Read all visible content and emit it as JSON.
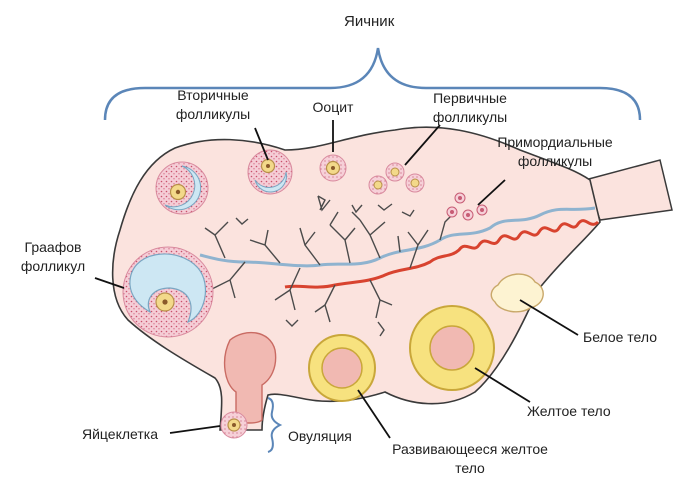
{
  "title": "Яичник",
  "labels": {
    "secondary_follicles": [
      "Вторичные",
      "фолликулы"
    ],
    "oocyte": "Ооцит",
    "primary_follicles": [
      "Первичные",
      "фолликулы"
    ],
    "primordial_follicles": [
      "Примордиальные",
      "фолликулы"
    ],
    "graafian_follicle": [
      "Граафов",
      "фолликул"
    ],
    "corpus_albicans": "Белое тело",
    "corpus_luteum": "Желтое тело",
    "egg_cell": "Яйцеклетка",
    "ovulation": "Овуляция",
    "developing_corpus_luteum": [
      "Развивающееся желтое",
      "тело"
    ]
  },
  "colors": {
    "ovary_fill": "#fbe3de",
    "ovary_stroke": "#3a3a3a",
    "bracket": "#5b86b8",
    "follicle_pink": "#f3c2cf",
    "antrum_blue": "#cde7f3",
    "oocyte_yellow": "#f3d98a",
    "luteum_yellow": "#f7e27f",
    "albicans": "#fdf3d2",
    "artery": "#d8432f",
    "vein": "#8fb3cf",
    "vessel_dark": "#4b4b4b"
  }
}
